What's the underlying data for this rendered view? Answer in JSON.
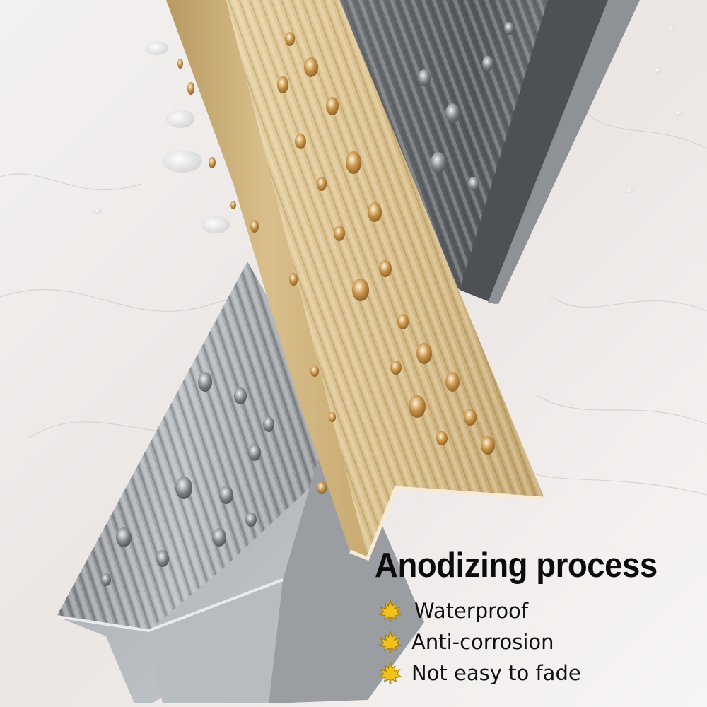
{
  "headline": "Anodizing process",
  "features": [
    {
      "label": "Waterproof",
      "icon": "maple-leaf-icon"
    },
    {
      "label": "Anti-corrosion",
      "icon": "maple-leaf-icon"
    },
    {
      "label": "Not easy to fade",
      "icon": "maple-leaf-icon"
    }
  ],
  "colors": {
    "gold_profile": "#d8bf8c",
    "silver_profile": "#9ea2a6",
    "dark_profile": "#5e6266",
    "marble_background": "#f2efee",
    "bullet_fill": "#f2c21a"
  }
}
